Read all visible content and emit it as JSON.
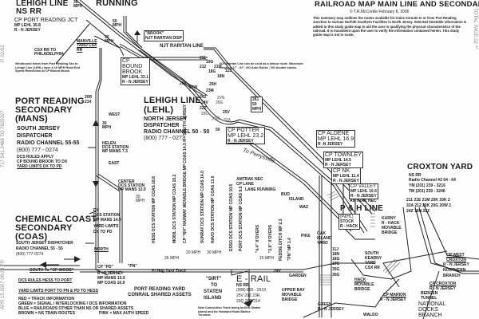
{
  "header": {
    "title": "RAILROAD MAP MAIN LINE AND SECONDARY TRACK",
    "copyright": "© T.R.McCorkle  February 8, 2006",
    "description": "This summary map outlines the routes available for trains enroute to or from Port Reading Junction to various Norfolk Southern Facilities in North Jersey. Selected timetable information is added to this study guide map to aid the user in qualifying the physical characteristics of the railroad. It is incumbent upon the user to verify the information contained herein. This study guide map is not to scale."
  },
  "fax_margin": {
    "left_top": "P. 02/02",
    "left_mid": "717 541 2468 TO 7825327",
    "left_bottom": "APR 15 2007 08:28 FR",
    "right_top": "** TOTAL PAGE.02 **"
  },
  "top_left": {
    "lehigh_ns": "LEHIGH LINE",
    "ns_rr": "NS RR",
    "running": "RUNNING",
    "speed_top": "30 MPH",
    "cp_port_reading": {
      "name": "CP PORT READING JCT",
      "mp": "MP LEHL 35.8",
      "owner": "R - N JERSEY"
    },
    "speed_50": "50 MPH",
    "speed_30": "30 MPH",
    "manville": "MANVILLE YARD CSX RR",
    "csx_phil": "CSX RR TO PHILADELPHIA",
    "westbound_note": "Westbound trains from Port Reading Sec to Lehigh Line (LEHL) have a 10 MPH Head End Speed Restriction at CP Bound Brook",
    "brook": {
      "name": "\"BROOK\"",
      "sub": "NJT RARITAN DISP"
    },
    "raritan_line": "NJT RARITAN LINE",
    "cp_bound_brook": {
      "l1": "CP",
      "l2": "BOUND",
      "l3": "BROOK",
      "mp": "MP LEHL 33.1",
      "owner": "R - N JERSEY"
    },
    "raritan_note": "NJT Raritan Line can be used as a detour route. Maximum height is 17' - 02\". NO Auto Racks - NO double stacks."
  },
  "track_numbers_top": [
    "211",
    "19G",
    "212",
    "21M",
    "18G",
    "11J",
    "18N",
    "20K",
    "20W",
    "25H",
    "23M",
    "242",
    "24V",
    "2VE",
    "22Z",
    "35G",
    "29C",
    "25V",
    "34W",
    "32A"
  ],
  "sign_261": {
    "id": "261",
    "speed": "50",
    "unit": "MPH"
  },
  "port_reading_secondary": {
    "num_a": "20R",
    "num_b": "214",
    "title1": "PORT READING",
    "title2": "SECONDARY",
    "title3": "(MANS)",
    "dispatcher1": "SOUTH JERSEY",
    "dispatcher2": "DISPATCHER",
    "radio": "RADIO CHANNEL 55-55",
    "phone": "(800) 777 - 0274",
    "rules": "DCS RULES APPLY",
    "rules_range": "CP BOUND BROOK TO DX",
    "yard_limits": "YARD LIMITS DX TO PD",
    "west": "WEST",
    "speed": "30 MPH",
    "helen": {
      "l1": "HELEN",
      "l2": "DCS STATION",
      "l3": "MP MANS 7.3"
    },
    "east": "EAST",
    "center": {
      "l1": "CENTER",
      "l2": "DCS STATION",
      "l3": "MP MANS 12.0"
    },
    "center_speed": "30 MPH"
  },
  "lehigh_line": {
    "title1": "LEHIGH LINE",
    "title2": "(LEHL)",
    "dispatcher1": "NORTH JERSEY",
    "dispatcher2": "DISPATCHER",
    "radio": "RADIO CHANNEL 50 - 50",
    "phone": "(800) 777 - 0273",
    "speed_50": "50",
    "cp_potter": {
      "l1": "CP POTTER",
      "l2": "MP LEHL 23.2",
      "l3": "R - N JERSEY"
    },
    "to_perrysville": "To Perrysville"
  },
  "right_cps": {
    "cp_aldene": {
      "l1": "CP ALDENE",
      "l2": "MP LEHL 16.9",
      "l3": "R -N JERSEY"
    },
    "cp_townley": {
      "l1": "CP TOWNLEY",
      "l2": "MP LEHL 14.5",
      "l3": "R - N JERSEY"
    },
    "cp_nk": {
      "l1": "CP NK",
      "l2": "MP LEHL 11.4",
      "l3": "R - N JERSEY"
    },
    "cp_valley": {
      "l1": "CP VALLEY",
      "l2": "MP LEHL 10.5",
      "l3": "R - N JERSEY"
    },
    "amtrak_nec": "AMTRAK NEC"
  },
  "croxton": {
    "title": "CROXTON YARD",
    "ns": "NS RR",
    "radio": "Radio Channel #2 64 - 64",
    "ym": "YM (201) 239 - 3216",
    "tm": "TM (201) 239 - 3246",
    "tracks1": "211 21E 21M 20K 33K 2",
    "tracks2": "32A 212 20K 20G 20W 2",
    "tracks3": "24Z 18N 22Z"
  },
  "ph_line": {
    "title": "P & H LINE",
    "abbr": "(P&HL)",
    "stock": "STOCK",
    "owner": "R - HACK",
    "karny": {
      "l1": "KARNY",
      "l2": "R - HACK",
      "l3": "MOVABLE",
      "l4": "BRIDGE"
    },
    "amtrak_cp_lane": {
      "l1": "AMTRAK NEC",
      "l2": "CP LANE"
    },
    "lane_running": "LANE RUNNING",
    "bud": "BUD",
    "island": "ISLAND",
    "waz": "WAZ",
    "oak_island": {
      "l1": "OAK",
      "l2": "ISLAND",
      "l3": "YARD"
    },
    "oak_tracks": [
      "11J",
      "18N",
      "18G",
      "19G",
      "35G",
      "30G"
    ],
    "pike": "PIKE",
    "garden": "GARDEN",
    "upper_bay": {
      "l1": "UPPER BAY",
      "l2": "MOVABLE",
      "l3": "BRIDGE"
    },
    "green": {
      "l1": "GREEN",
      "l2": "R - N JERSEY"
    },
    "south_kearny": {
      "l1": "SOUTH",
      "l2": "KEARNY",
      "l3": "YARD",
      "l4": "CSX RR"
    },
    "hack": {
      "l1": "HACK",
      "l2": "MOVABLE",
      "l3": "BRIDGE"
    },
    "cp_marion": {
      "l1": "CP MARION",
      "l2": "R - N JERSEY"
    },
    "bergen": {
      "l1": "BERGEN",
      "l2": "TUNNEL"
    },
    "national_docks": {
      "l1": "NATIONAL",
      "l2": "DOCKS",
      "l3": "BRANCH"
    },
    "cp_croxton": {
      "l1": "CP CROXTON",
      "l2": "R - N JERSEY"
    },
    "cp_west_croxton": {
      "l1": "CP WEST",
      "l2": "CROXTON",
      "l3": "R - N JERSEY",
      "l4": "NORTHERN",
      "l5": "BRANCH"
    },
    "waldo": "WALDO"
  },
  "chemical_coast": {
    "title1": "CHEMICAL COAST",
    "title2": "SECONDARY",
    "title3": "(COAS)",
    "dispatcher": "SOUTH JERSEY DISPATCHER",
    "radio": "RADIO CHANNEL 55 - 55",
    "phone": "(800) 777-0274",
    "north": "NORTH",
    "south": "SOUTH To \"CP WOOD\"",
    "dcs_rules": "DCS RULES HESS TO PORT",
    "yard_limits": "YARD LIMITS PORT TO PN & PD TO HESS",
    "dx": {
      "l1": "DX",
      "l2": "DCS STATION",
      "l3": "MP MANS 14.9",
      "l4": "YARD LIMITS",
      "l5": "DX TO PD"
    },
    "cp_pd": {
      "l1": "CP \"PD\"",
      "l2": "R - S JERSEY",
      "l3": "MP MANS 15.9",
      "l4": "MP COAS 16.9"
    },
    "pn": "\"PN\""
  },
  "vertical_stations": [
    "HESS DCS STATION  MP COAS 18.8",
    "MOBIL DCS STATION  MP COAS 15.2",
    "CP \"RH\" RAHWAY MOVABLE BRIDGE  MP COAS 14.5  R - SOUTH JERSEY",
    "SUNRAY DCS STATION  MP COAS 14.0",
    "NAVO DCS STATION  MP COAS 13.0",
    "ESSO DCS STATION  MP COAS 10.5",
    "PORT DCS STATION  MP COAS 9.5",
    "\"4.4\" X'OVERS",
    "\"2.9\" X'OVERS",
    "PEDDIE DITCH MP 2.3",
    "\"PN\" MP 1.4"
  ],
  "bottom_track": {
    "speed_35": "35 MPH",
    "speed_20": "20 MPH",
    "speed_30": "30 MPH",
    "speed_15": "15 MPH",
    "pt_hdg": "Pt Hdg Yard Track",
    "track_24v": "24V",
    "port_reading_yard": {
      "l1": "PORT READING YARD",
      "l2": "CONRAIL SHARED ASSETS"
    },
    "sirt": {
      "l1": "\"SIRT\"",
      "l2": "TO",
      "l3": "STATEN",
      "l4": "ISLAND"
    },
    "erail": {
      "title": "E - RAIL",
      "ns": "NS RR",
      "phone": "(908) 820 - 2619",
      "t1": "25V 29Z 23R",
      "t2": "23Q 29R 214"
    },
    "new_connection": "New Connection Track being built to Staten Island and for Howland Hook Marine Terminal"
  },
  "legend": {
    "red": "RED = TRACK INFORMATION",
    "green": "GREEN = SIGNAL / INTERLOCKING / DCS INFORMATION",
    "blue": "BLUE = RAILROADS OTHER THAN NS OR SHARED ASSETS",
    "brown": "BROWN = NS TRAIN ROUTES",
    "pink": "PINK = MAX AUTH SPEED"
  }
}
